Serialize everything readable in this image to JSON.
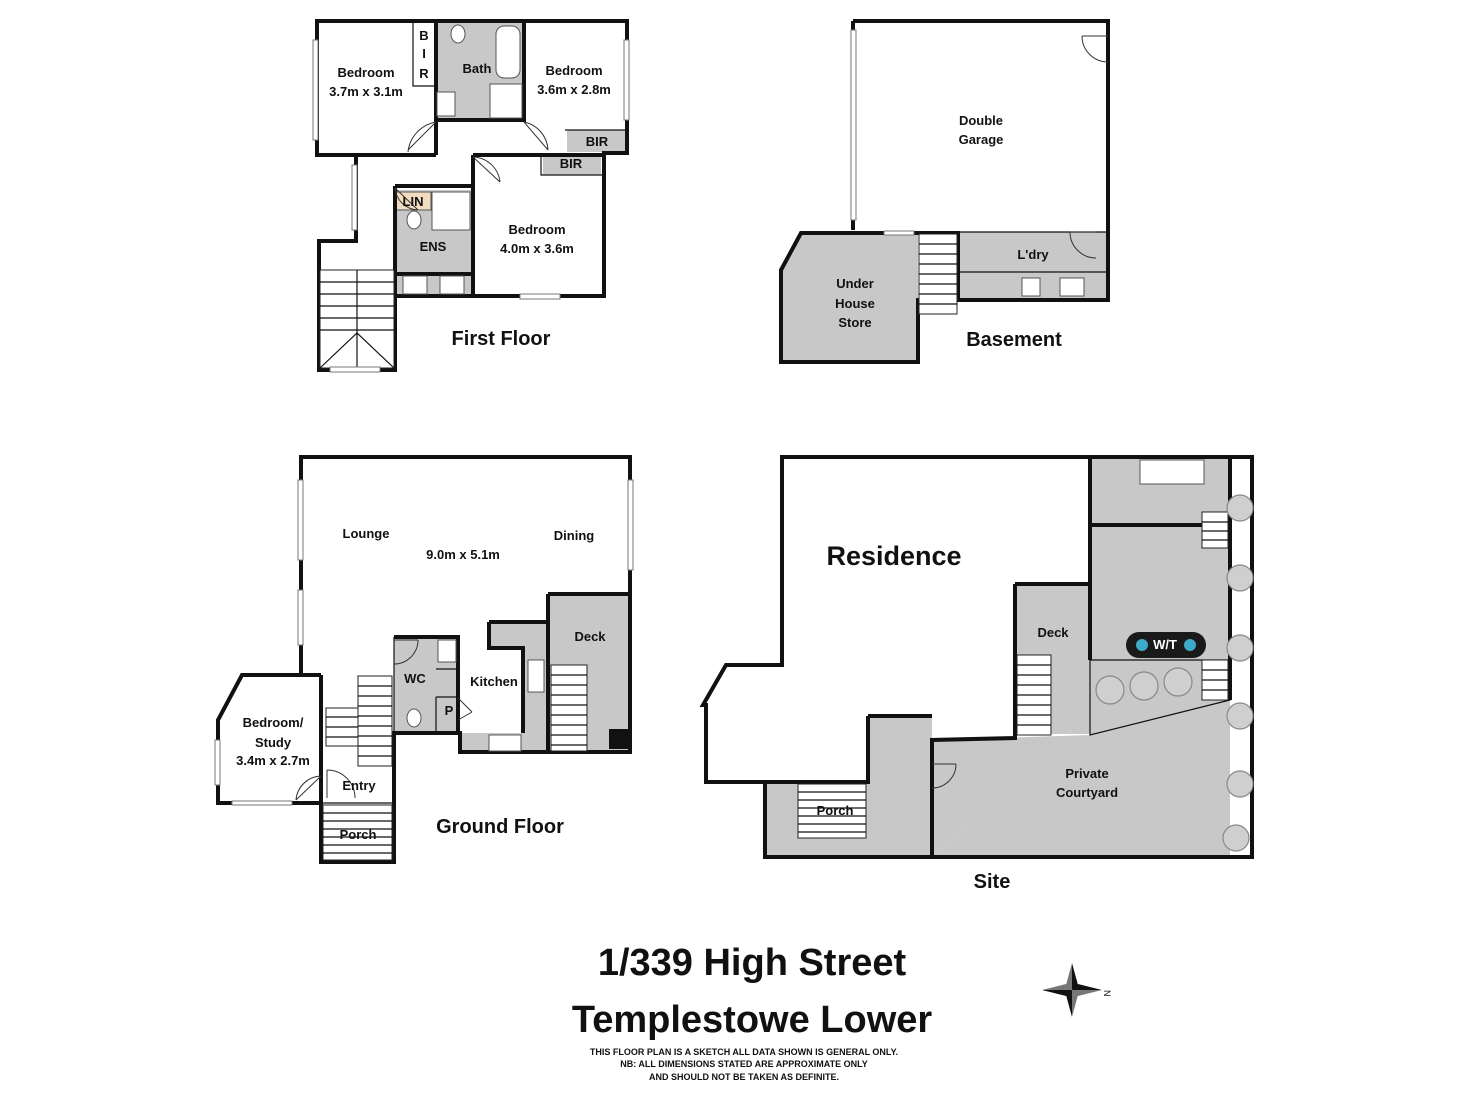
{
  "first_floor": {
    "section_label": "First Floor",
    "bedroom1": {
      "name": "Bedroom",
      "size": "3.7m x 3.1m"
    },
    "bir_vertical": [
      "B",
      "I",
      "R"
    ],
    "bath": "Bath",
    "bedroom2": {
      "name": "Bedroom",
      "size": "3.6m x 2.8m"
    },
    "bir1": "BIR",
    "bir2": "BIR",
    "lin": "LIN",
    "ens": "ENS",
    "bedroom3": {
      "name": "Bedroom",
      "size": "4.0m x 3.6m"
    }
  },
  "basement": {
    "section_label": "Basement",
    "garage": [
      "Double",
      "Garage"
    ],
    "laundry": "L'dry",
    "store": [
      "Under",
      "House",
      "Store"
    ]
  },
  "ground_floor": {
    "section_label": "Ground Floor",
    "lounge": "Lounge",
    "dining": "Dining",
    "living_size": "9.0m x 5.1m",
    "deck": "Deck",
    "wc": "WC",
    "kitchen": "Kitchen",
    "pantry": "P",
    "bedroom_study": [
      "Bedroom/",
      "Study"
    ],
    "bedroom_study_size": "3.4m x 2.7m",
    "entry": "Entry",
    "porch": "Porch"
  },
  "site": {
    "section_label": "Site",
    "residence": "Residence",
    "deck": "Deck",
    "water_tank": "W/T",
    "courtyard": [
      "Private",
      "Courtyard"
    ],
    "porch": "Porch"
  },
  "address": {
    "line1": "1/339 High Street",
    "line2": "Templestowe Lower"
  },
  "disclaimer": [
    "THIS FLOOR PLAN IS A SKETCH ALL DATA SHOWN IS GENERAL ONLY.",
    "NB: ALL DIMENSIONS STATED ARE APPROXIMATE ONLY",
    "AND SHOULD NOT BE TAKEN AS DEFINITE."
  ],
  "compass_label": "N"
}
